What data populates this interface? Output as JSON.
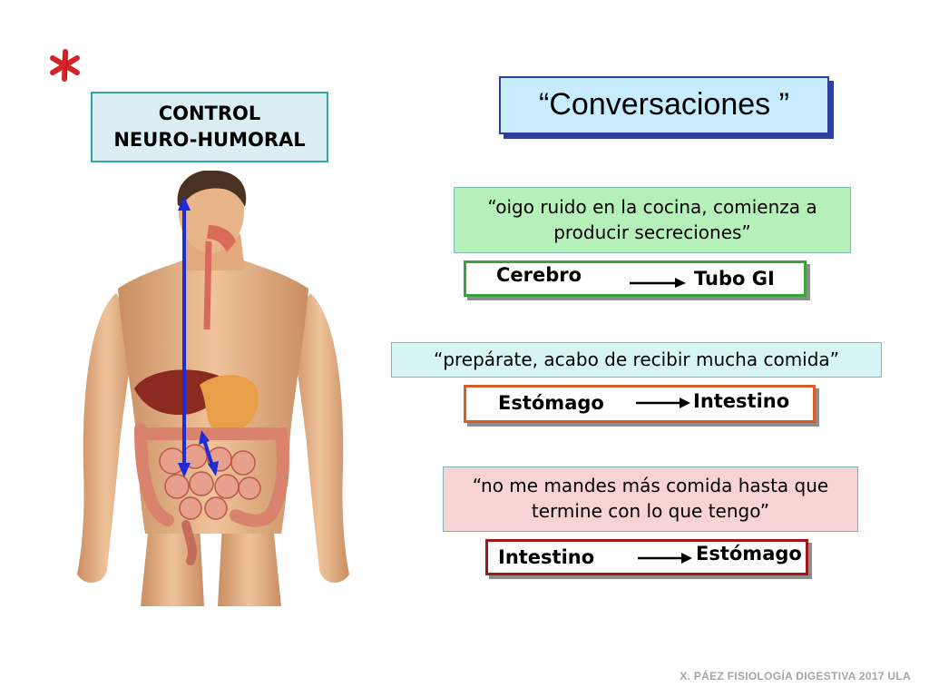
{
  "header": {
    "control_box": {
      "line1": "CONTROL",
      "line2": "NEURO-HUMORAL"
    },
    "title": "“Conversaciones ”"
  },
  "conversations": [
    {
      "quote_line1": "“oigo ruido en la cocina, comienza a",
      "quote_line2": "producir secreciones”",
      "from": "Cerebro",
      "to": "Tubo GI",
      "color": "#3aa33a"
    },
    {
      "quote_line1": "“prepárate, acabo de recibir mucha comida”",
      "from": "Estómago",
      "to": "Intestino",
      "color": "#d85c28"
    },
    {
      "quote_line1": "“no me mandes más comida hasta que",
      "quote_line2": "termine con lo que tengo”",
      "from": "Intestino",
      "to": "Estómago",
      "color": "#a0161b"
    }
  ],
  "footer": "X. PÁEZ   FISIOLOGÍA DIGESTIVA 2017   ULA",
  "colors": {
    "asterisk": "#d4242a",
    "arrows_blue": "#1f2bd6",
    "title_border": "#2e3f9e",
    "title_fill": "#c7ecfb"
  },
  "icons": {
    "asterisk": "asterisk-icon",
    "figure": "human-anatomy-digestive-illustration",
    "arrow": "arrow-right-icon"
  }
}
